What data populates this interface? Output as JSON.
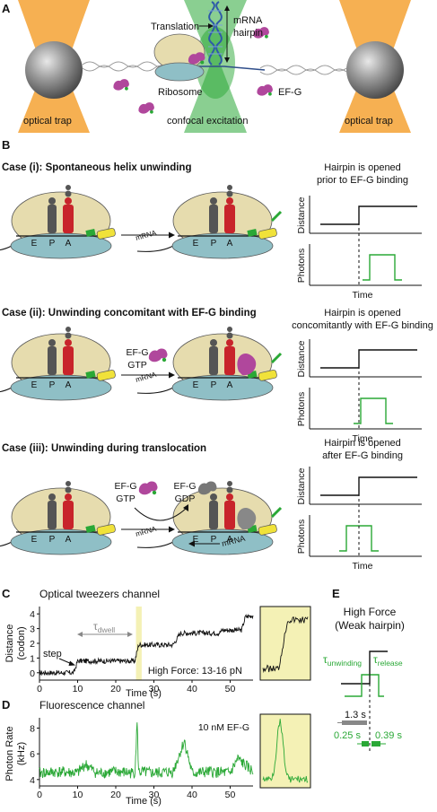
{
  "panel_a": {
    "letter": "A",
    "translation": "Translation",
    "mrna_line1": "mRNA",
    "mrna_line2": "hairpin",
    "ribosome": "Ribosome",
    "efg": "EF-G",
    "optical_trap_left": "optical trap",
    "confocal": "confocal excitation",
    "optical_trap_right": "optical trap"
  },
  "panel_b": {
    "letter": "B",
    "case1": {
      "title": "Case (i): Spontaneous helix unwinding",
      "note1": "Hairpin is opened",
      "note2": "prior to EF-G binding"
    },
    "case2": {
      "title": "Case (ii): Unwinding concomitant with EF-G binding",
      "note1": "Hairpin is opened",
      "note2": "concomitantly with EF-G binding",
      "efg": "EF-G",
      "gtp": "GTP"
    },
    "case3": {
      "title": "Case (iii): Unwinding during translocation",
      "note1": "Hairpin is opened",
      "note2": "after EF-G binding",
      "efg_gtp_1": "EF-G",
      "efg_gtp_2": "GTP",
      "efg_gdp_1": "EF-G",
      "efg_gdp_2": "GDP"
    },
    "mrna": "mRNA",
    "site_e": "E",
    "site_p": "P",
    "site_a": "A",
    "ylabel_distance": "Distance",
    "ylabel_photons": "Photons",
    "xlabel_time": "Time"
  },
  "panel_c": {
    "letter": "C",
    "title": "Optical tweezers channel",
    "ylabel1": "Distance",
    "ylabel2": "(codon)",
    "xlabel": "Time (s)",
    "step": "step",
    "tau": "τ",
    "dwell": "dwell",
    "force": "High Force: 13-16 pN"
  },
  "panel_d": {
    "letter": "D",
    "title": "Fluorescence channel",
    "ylabel1": "Photon Rate",
    "ylabel2": "(kHz)",
    "xlabel": "Time (s)",
    "conc": "10 nM EF-G"
  },
  "panel_e": {
    "letter": "E",
    "title1": "High Force",
    "title2": "(Weak hairpin)",
    "tau_unwinding": "unwinding",
    "tau_release": "release",
    "tau": "τ",
    "t1": "1.3 s",
    "t2": "0.25 s",
    "t3": "0.39 s"
  },
  "colors": {
    "orange": "#f5a234",
    "green": "#2aa836",
    "ribosome_large": "#e6dcae",
    "ribosome_small": "#8fbfc6",
    "trna_red": "#c8242b",
    "efg_magenta": "#b0479c",
    "highlight": "#f4f1b5"
  },
  "chart_data": [
    {
      "type": "line",
      "title": "Optical tweezers channel",
      "xlabel": "Time (s)",
      "ylabel": "Distance (codon)",
      "xlim": [
        0,
        56
      ],
      "ylim": [
        -0.5,
        4.5
      ],
      "xticks": [
        0,
        10,
        20,
        30,
        40,
        50
      ],
      "yticks": [
        0,
        1,
        2,
        3,
        4
      ],
      "series": [
        {
          "x": [
            0,
            9,
            10,
            25,
            26,
            35,
            37,
            47,
            48,
            53,
            54,
            56
          ],
          "y": [
            0,
            0,
            0.8,
            0.8,
            1.9,
            1.9,
            2.7,
            2.7,
            2.9,
            2.9,
            3.8,
            3.9
          ]
        }
      ]
    },
    {
      "type": "line",
      "title": "Fluorescence channel",
      "xlabel": "Time (s)",
      "ylabel": "Photon Rate (kHz)",
      "xlim": [
        0,
        56
      ],
      "ylim": [
        3.5,
        8.8
      ],
      "xticks": [
        0,
        10,
        20,
        30,
        40,
        50
      ],
      "yticks": [
        4,
        6,
        8
      ],
      "series": [
        {
          "x": [
            0,
            5,
            10,
            12,
            15,
            20,
            25,
            25.6,
            26,
            30,
            35,
            38,
            40,
            45,
            50,
            52,
            56
          ],
          "y": [
            4.5,
            4.6,
            4.5,
            5.2,
            4.5,
            4.6,
            4.5,
            8.4,
            4.6,
            4.5,
            4.6,
            7.0,
            4.5,
            4.6,
            4.5,
            5.6,
            4.6
          ]
        }
      ]
    }
  ]
}
